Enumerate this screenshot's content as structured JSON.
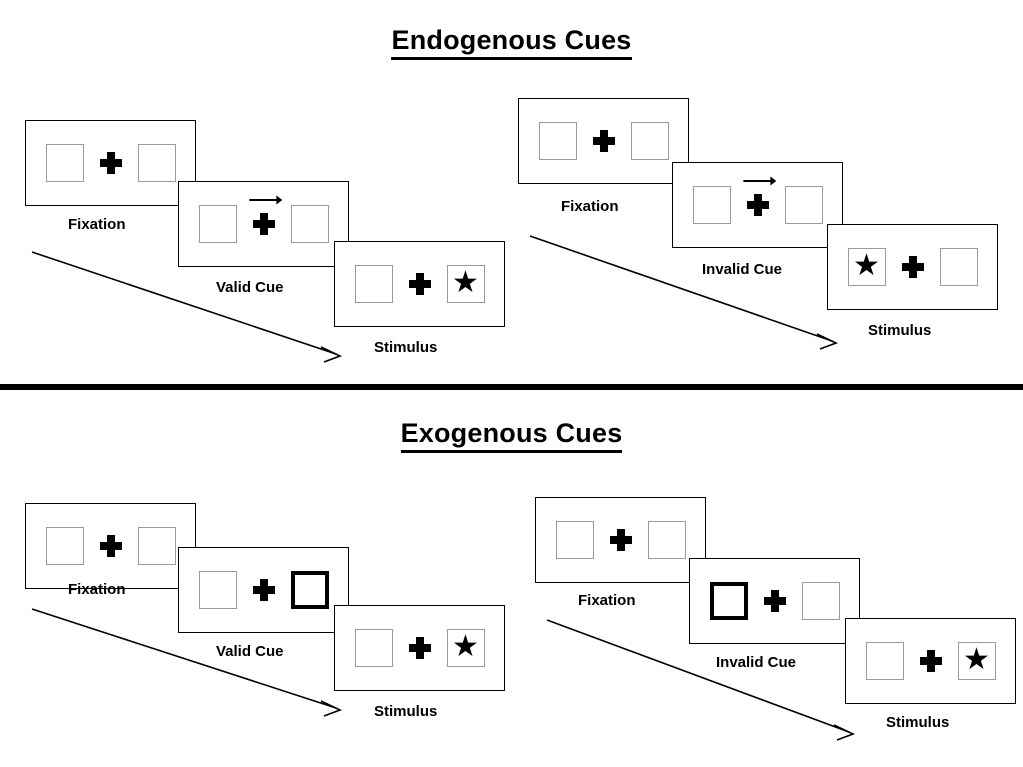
{
  "figure": {
    "background_color": "#ffffff",
    "line_color": "#000000",
    "square_border_color": "#9a9a9a",
    "cue_highlight_color": "#000000"
  },
  "sections": [
    {
      "id": "endogenous",
      "title": "Endogenous Cues",
      "cue_type": "arrow",
      "rows": [
        {
          "id": "endogenous-valid",
          "validity": "valid",
          "panels": [
            {
              "id": "fixation",
              "caption": "Fixation",
              "left_box": "empty",
              "right_box": "empty",
              "cue": "none",
              "arrow_direction": ""
            },
            {
              "id": "valid-cue",
              "caption": "Valid Cue",
              "left_box": "empty",
              "right_box": "empty",
              "cue": "arrow-right",
              "arrow_direction": "right"
            },
            {
              "id": "stimulus",
              "caption": "Stimulus",
              "left_box": "empty",
              "right_box": "star",
              "cue": "none",
              "arrow_direction": ""
            }
          ]
        },
        {
          "id": "endogenous-invalid",
          "validity": "invalid",
          "panels": [
            {
              "id": "fixation",
              "caption": "Fixation",
              "left_box": "empty",
              "right_box": "empty",
              "cue": "none",
              "arrow_direction": ""
            },
            {
              "id": "invalid-cue",
              "caption": "Invalid Cue",
              "left_box": "empty",
              "right_box": "empty",
              "cue": "arrow-right",
              "arrow_direction": "right"
            },
            {
              "id": "stimulus",
              "caption": "Stimulus",
              "left_box": "star",
              "right_box": "empty",
              "cue": "none",
              "arrow_direction": ""
            }
          ]
        }
      ]
    },
    {
      "id": "exogenous",
      "title": "Exogenous Cues",
      "cue_type": "box-flash",
      "rows": [
        {
          "id": "exogenous-valid",
          "validity": "valid",
          "panels": [
            {
              "id": "fixation",
              "caption": "Fixation",
              "left_box": "empty",
              "right_box": "empty",
              "cue": "none",
              "arrow_direction": ""
            },
            {
              "id": "valid-cue",
              "caption": "Valid Cue",
              "left_box": "empty",
              "right_box": "thick",
              "cue": "right-box-flash",
              "arrow_direction": ""
            },
            {
              "id": "stimulus",
              "caption": "Stimulus",
              "left_box": "empty",
              "right_box": "star",
              "cue": "none",
              "arrow_direction": ""
            }
          ]
        },
        {
          "id": "exogenous-invalid",
          "validity": "invalid",
          "panels": [
            {
              "id": "fixation",
              "caption": "Fixation",
              "left_box": "empty",
              "right_box": "empty",
              "cue": "none",
              "arrow_direction": ""
            },
            {
              "id": "invalid-cue",
              "caption": "Invalid Cue",
              "left_box": "thick",
              "right_box": "empty",
              "cue": "left-box-flash",
              "arrow_direction": ""
            },
            {
              "id": "stimulus",
              "caption": "Stimulus",
              "left_box": "empty",
              "right_box": "star",
              "cue": "none",
              "arrow_direction": ""
            }
          ]
        }
      ]
    }
  ],
  "glyphs": {
    "star": "★",
    "fixation_cross": "plus-cross",
    "cue_arrow": "arrow-right-icon",
    "flow_arrow": "time-flow-arrow"
  },
  "captions": {
    "fixation": "Fixation",
    "valid_cue": "Valid Cue",
    "invalid_cue": "Invalid Cue",
    "stimulus": "Stimulus"
  }
}
